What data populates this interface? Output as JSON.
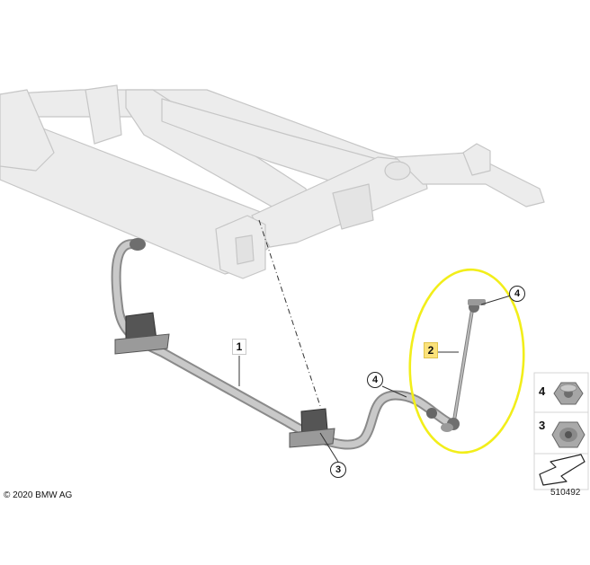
{
  "callouts": {
    "part_1": "1",
    "part_2": "2",
    "part_3": "3",
    "part_4_top": "4",
    "part_4_mid": "4"
  },
  "legend": {
    "nut_4": "4",
    "nut_3": "3"
  },
  "footer": {
    "copyright": "© 2020 BMW AG",
    "diagram_number": "510492"
  },
  "colors": {
    "highlight_ring": "#f2ee1a",
    "tag_highlight": "#fbe27a",
    "frame_fill": "#ececec",
    "frame_stroke": "#c4c4c4",
    "bar_fill": "#b8b8b8"
  }
}
